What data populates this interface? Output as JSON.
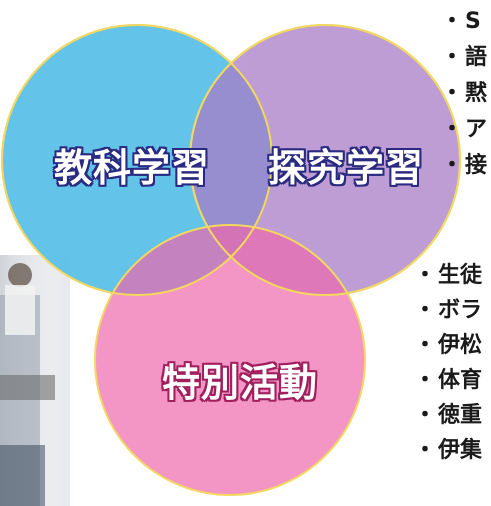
{
  "diagram": {
    "circles": [
      {
        "id": "kyoka",
        "label": "教科学習",
        "color": "#5bc0e8"
      },
      {
        "id": "tankyu",
        "label": "探究学習",
        "color": "#a77cc4"
      },
      {
        "id": "tokubetsu",
        "label": "特別活動",
        "color": "#f07ab4"
      }
    ],
    "tankyu_items": [
      "S",
      "語",
      "黙",
      "ア",
      "接"
    ],
    "tokubetsu_items": [
      "生徒",
      "ボラ",
      "伊松",
      "体育",
      "徳重",
      "伊集"
    ]
  }
}
